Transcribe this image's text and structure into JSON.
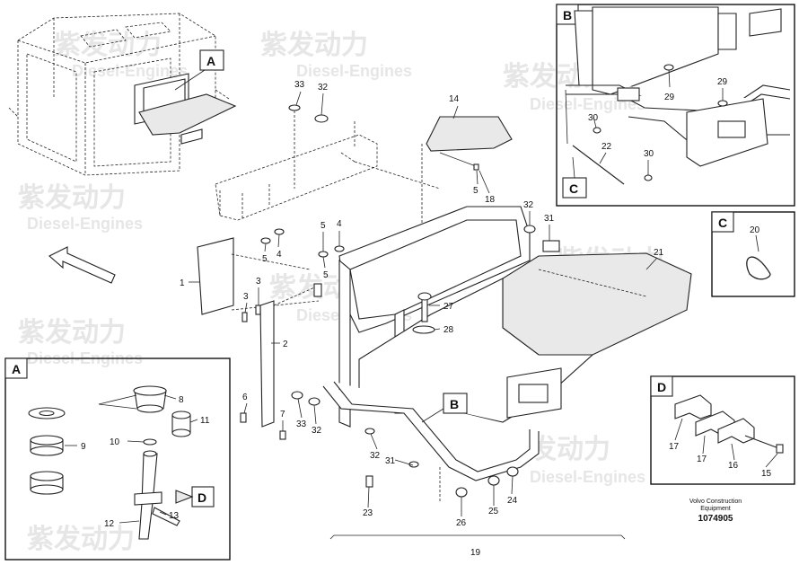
{
  "watermark": {
    "brand_cn": "紫发动力",
    "brand_en": "Diesel-Engines"
  },
  "detail_boxes": [
    {
      "id": "A",
      "letter": "A"
    },
    {
      "id": "B",
      "letter": "B"
    },
    {
      "id": "C",
      "letter": "C"
    },
    {
      "id": "D",
      "letter": "D"
    }
  ],
  "callout_tags": {
    "A_main": "A",
    "B_main": "B",
    "C_inB": "C",
    "D_inA": "D"
  },
  "part_numbers": {
    "p1": "1",
    "p2": "2",
    "p3a": "3",
    "p3b": "3",
    "p4a": "4",
    "p4b": "4",
    "p5a": "5",
    "p5b": "5",
    "p5c": "5",
    "p6": "6",
    "p7": "7",
    "p8": "8",
    "p9": "9",
    "p10": "10",
    "p11": "11",
    "p12": "12",
    "p13": "13",
    "p14": "14",
    "p15": "15",
    "p16": "16",
    "p17a": "17",
    "p17b": "17",
    "p18": "18",
    "p19": "19",
    "p20": "20",
    "p21": "21",
    "p22": "22",
    "p23": "23",
    "p24": "24",
    "p25": "25",
    "p26": "26",
    "p27": "27",
    "p28": "28",
    "p29a": "29",
    "p29b": "29",
    "p30a": "30",
    "p30b": "30",
    "p31a": "31",
    "p31b": "31",
    "p32a": "32",
    "p32b": "32",
    "p32c": "32",
    "p32d": "32",
    "p33a": "33",
    "p33b": "33"
  },
  "credit": {
    "line1": "Volvo Construction",
    "line2": "Equipment",
    "number": "1074905"
  }
}
